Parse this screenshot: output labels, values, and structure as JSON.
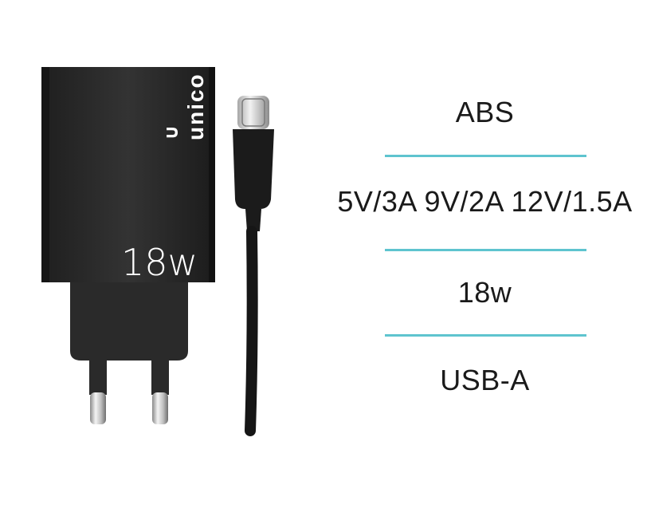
{
  "product": {
    "brand": "unico",
    "power_label": "18w"
  },
  "specs": [
    {
      "value": "ABS"
    },
    {
      "value": "5V/3A 9V/2A 12V/1.5A"
    },
    {
      "value": "18w"
    },
    {
      "value": "USB-A"
    }
  ],
  "colors": {
    "divider": "#5ec4cf",
    "charger_body": "#2a2a2a",
    "text": "#1a1a1a"
  }
}
